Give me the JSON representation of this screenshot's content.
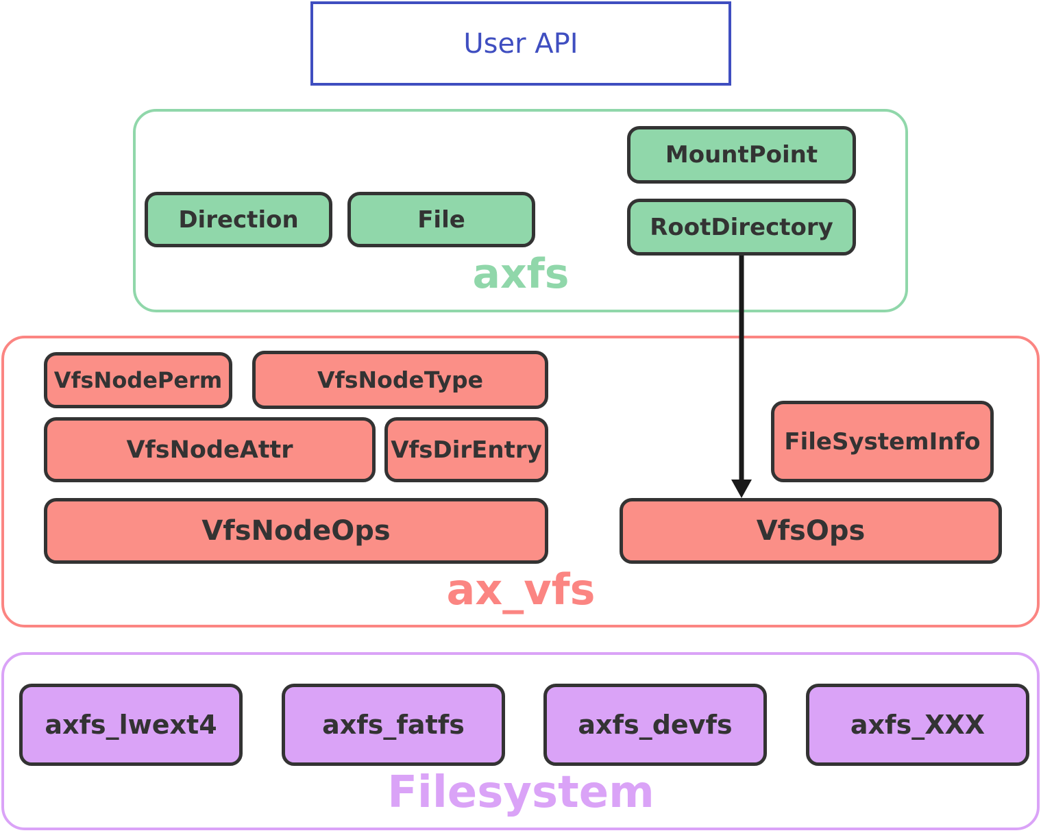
{
  "user_api": {
    "label": "User API"
  },
  "layers": {
    "axfs": {
      "title": "axfs",
      "color": "#90d7aa",
      "components": {
        "direction": "Direction",
        "file": "File",
        "mount_point": "MountPoint",
        "root_directory": "RootDirectory"
      }
    },
    "ax_vfs": {
      "title": "ax_vfs",
      "color": "#fb8582",
      "components": {
        "vfs_node_perm": "VfsNodePerm",
        "vfs_node_type": "VfsNodeType",
        "vfs_node_attr": "VfsNodeAttr",
        "vfs_dir_entry": "VfsDirEntry",
        "vfs_node_ops": "VfsNodeOps",
        "file_system_info": "FileSystemInfo",
        "vfs_ops": "VfsOps"
      }
    },
    "filesystem": {
      "title": "Filesystem",
      "color": "#daa3f7",
      "components": {
        "lwext4": "axfs_lwext4",
        "fatfs": "axfs_fatfs",
        "devfs": "axfs_devfs",
        "xxx": "axfs_XXX"
      }
    }
  },
  "arrows": [
    {
      "from": "RootDirectory",
      "to": "VfsOps"
    }
  ]
}
